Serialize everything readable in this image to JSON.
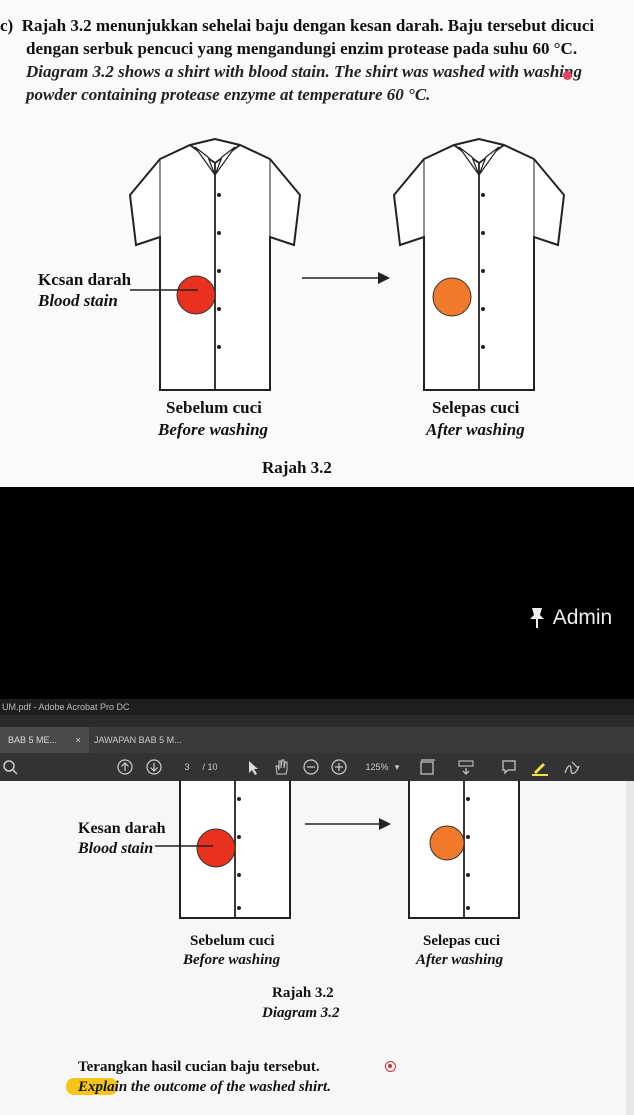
{
  "question": {
    "number": "c)",
    "malay_line1": "Rajah 3.2 menunjukkan sehelai baju dengan kesan darah. Baju tersebut dicuci",
    "malay_line2": "dengan serbuk pencuci yang mengandungi enzim protease pada suhu 60 °C.",
    "english_line1": "Diagram 3.2 shows a shirt with blood stain. The shirt was washed with washing",
    "english_line2": "powder containing protease enzyme at temperature 60 °C."
  },
  "diagram_top": {
    "stain_label_malay": "Kcsan darah",
    "stain_label_english": "Blood stain",
    "before_malay": "Sebelum cuci",
    "before_english": "Before washing",
    "after_malay": "Selepas cuci",
    "after_english": "After washing",
    "caption_malay": "Rajah 3.2"
  },
  "overlay": {
    "presenter_name": "Admin"
  },
  "acrobat": {
    "window_title": "UM.pdf - Adobe Acrobat Pro DC",
    "tabs": [
      {
        "label": "BAB 5 ME...",
        "close": "×"
      },
      {
        "label": "JAWAPAN BAB 5 M..."
      }
    ],
    "page_current": "3",
    "page_total": "/ 10",
    "zoom": "125%"
  },
  "diagram_bottom": {
    "stain_label_malay": "Kesan darah",
    "stain_label_english": "Blood stain",
    "before_malay": "Sebelum cuci",
    "before_english": "Before washing",
    "after_malay": "Selepas cuci",
    "after_english": "After washing",
    "caption_malay": "Rajah 3.2",
    "caption_english": "Diagram 3.2",
    "instruction_malay": "Terangkan hasil cucian baju tersebut.",
    "instruction_english": "Explain the outcome of the washed shirt."
  },
  "colors": {
    "stain_before": "#e8321f",
    "stain_after": "#f07a2a",
    "highlight": "#f5c518"
  }
}
